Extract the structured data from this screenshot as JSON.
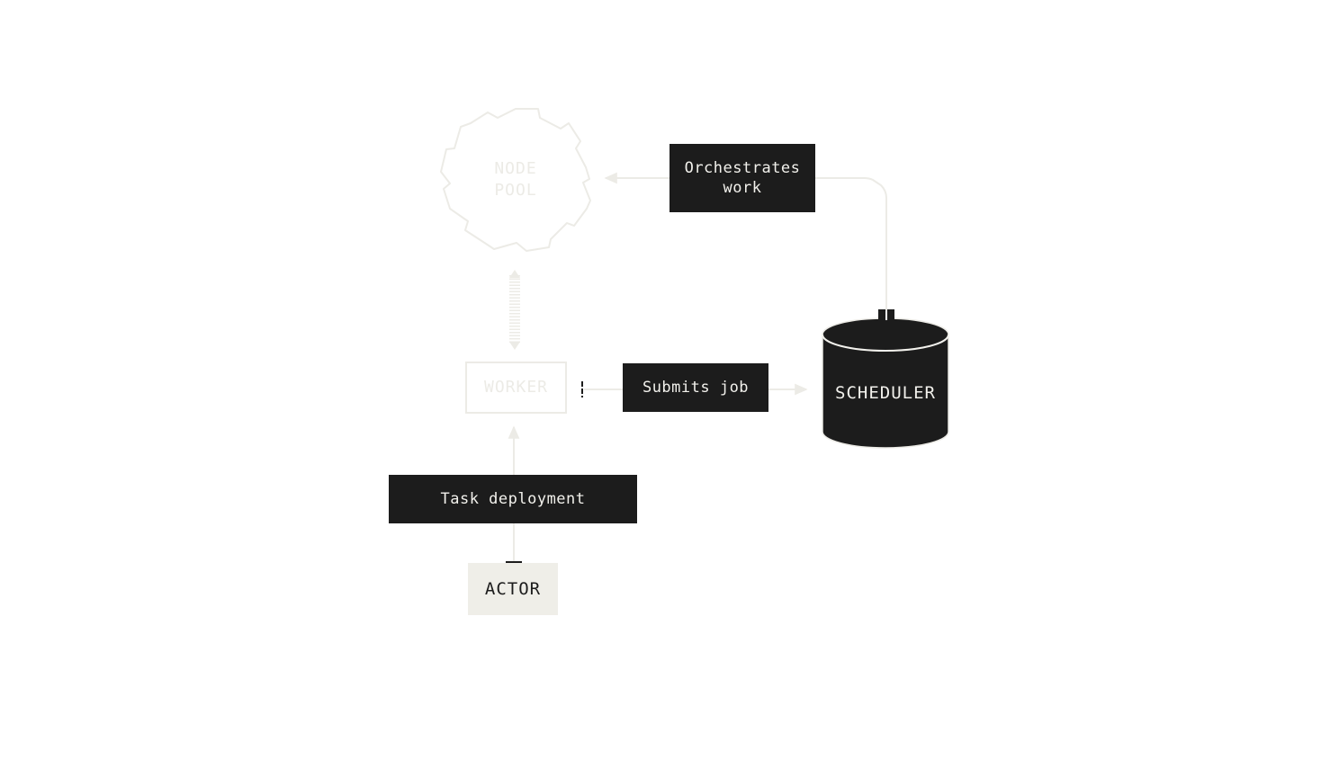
{
  "colors": {
    "background": "#ffffff",
    "dark": "#1c1c1c",
    "faint": "#ecebe6",
    "light_fill": "#efeee8",
    "text_light": "#f2f1ec",
    "text_dark": "#1c1c1c"
  },
  "nodes": {
    "node_pool": {
      "line1": "NODE",
      "line2": "POOL"
    },
    "worker": {
      "label": "WORKER"
    },
    "scheduler": {
      "label": "SCHEDULER"
    },
    "actor": {
      "label": "ACTOR"
    }
  },
  "edges": {
    "orchestrates": {
      "line1": "Orchestrates",
      "line2": "work"
    },
    "submits": {
      "label": "Submits job"
    },
    "deployment": {
      "label": "Task deployment"
    }
  }
}
